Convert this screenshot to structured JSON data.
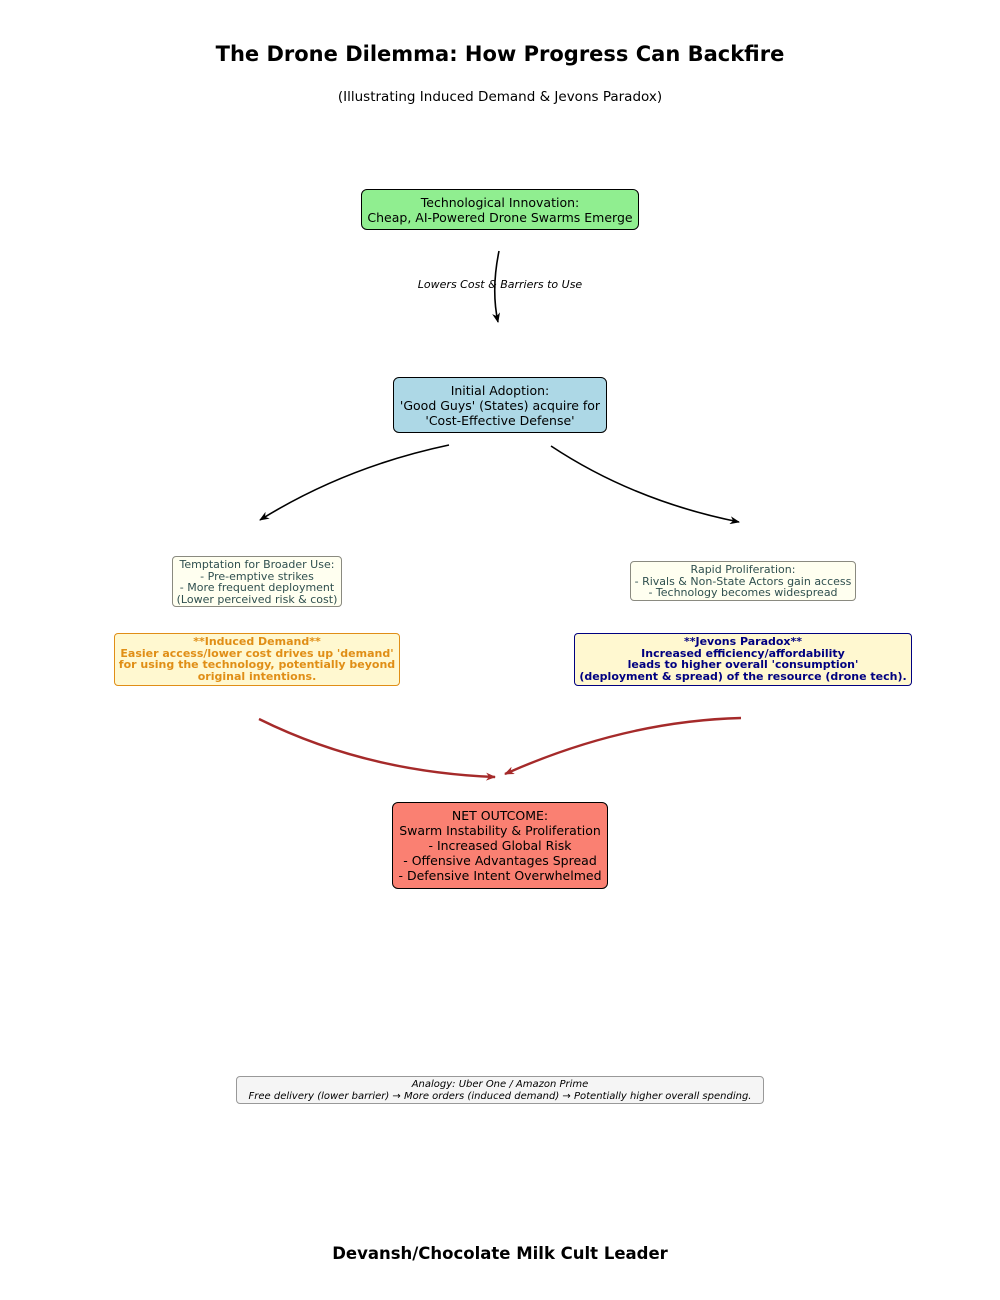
{
  "header": {
    "title": "The Drone Dilemma: How Progress Can Backfire",
    "subtitle": "(Illustrating Induced Demand & Jevons Paradox)"
  },
  "nodes": {
    "innovation": "Technological Innovation:\nCheap, AI-Powered Drone Swarms Emerge",
    "adoption": "Initial Adoption:\n'Good Guys' (States) acquire for\n'Cost-Effective Defense'",
    "temptation": "Temptation for Broader Use:\n- Pre-emptive strikes\n- More frequent deployment\n(Lower perceived risk & cost)",
    "proliferation": "Rapid Proliferation:\n- Rivals & Non-State Actors gain access\n- Technology becomes widespread",
    "induced_demand": "**Induced Demand**\nEasier access/lower cost drives up 'demand'\nfor using the technology, potentially beyond\noriginal intentions.",
    "jevons_paradox": "**Jevons Paradox**\nIncreased efficiency/affordability\nleads to higher overall 'consumption'\n(deployment & spread) of the resource (drone tech).",
    "net_outcome": "NET OUTCOME:\nSwarm Instability & Proliferation\n- Increased Global Risk\n- Offensive Advantages Spread\n- Defensive Intent Overwhelmed",
    "analogy": "Analogy: Uber One / Amazon Prime\nFree delivery (lower barrier) → More orders (induced demand) → Potentially higher overall spending."
  },
  "edges": {
    "innovation_to_adoption_label": "Lowers Cost & Barriers to Use"
  },
  "footer": {
    "author": "Devansh/Chocolate Milk Cult Leader"
  },
  "colors": {
    "innovation_fill": "#90ee90",
    "adoption_fill": "#add8e6",
    "net_outcome_fill": "#fa8072",
    "induced_demand_text": "#e08e16",
    "jevons_paradox_text": "#000080",
    "outcome_arrow": "#a52a2a"
  }
}
